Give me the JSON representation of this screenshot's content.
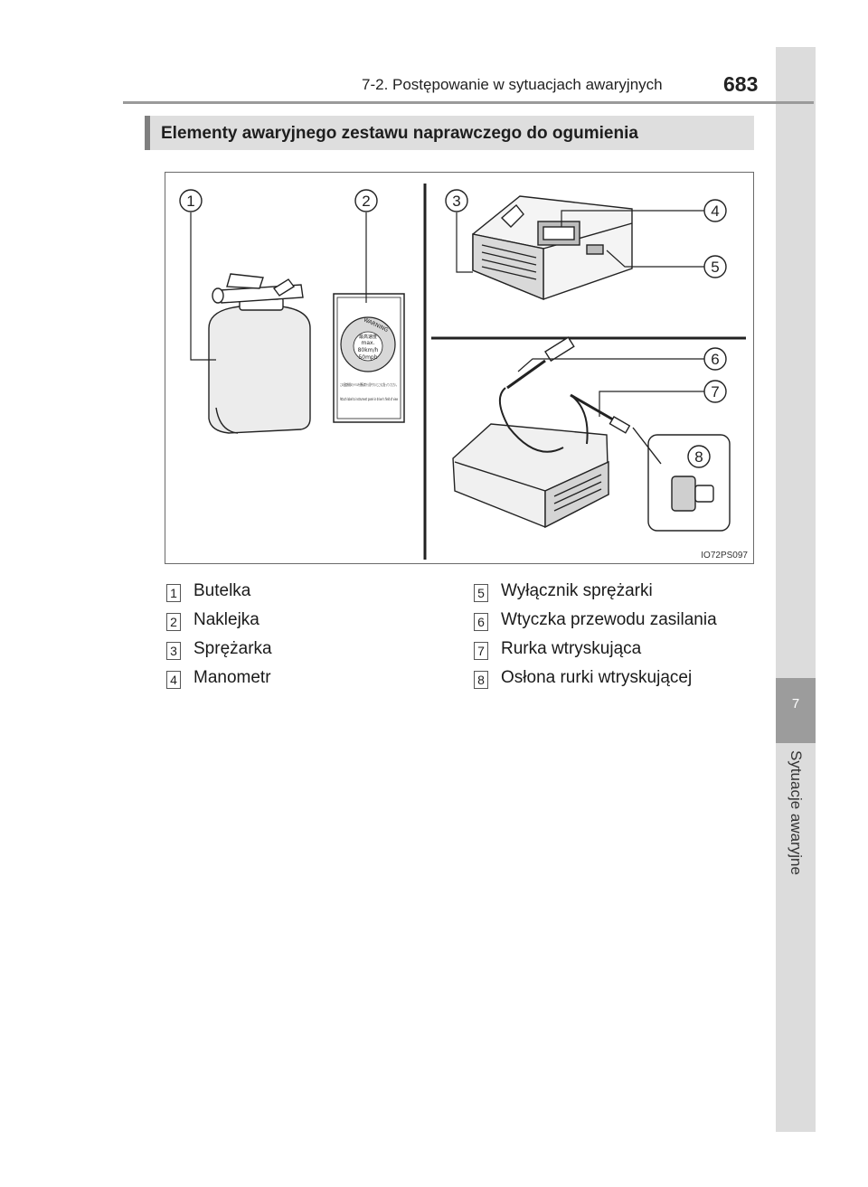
{
  "header": {
    "section": "7-2. Postępowanie w sytuacjach awaryjnych",
    "page_number": "683"
  },
  "side_tab": {
    "chapter": "7",
    "title": "Sytuacje awaryjne"
  },
  "title": "Elementy awaryjnego zestawu naprawczego do ogumienia",
  "figure": {
    "code": "IO72PS097",
    "callouts": [
      "1",
      "2",
      "3",
      "4",
      "5",
      "6",
      "7",
      "8"
    ],
    "sticker": {
      "warning": "WARNING",
      "jp_top": "最高速度",
      "max": "max.",
      "kmh": "80km/h",
      "mph": "50mph",
      "jp_body": "この速度制限のラベルを運転席から見やすいところに貼ってください。",
      "en_body": "Attach label to instrument panel in driver's field of view"
    }
  },
  "legend": [
    {
      "num": "1",
      "label": "Butelka"
    },
    {
      "num": "2",
      "label": "Naklejka"
    },
    {
      "num": "3",
      "label": "Sprężarka"
    },
    {
      "num": "4",
      "label": "Manometr"
    },
    {
      "num": "5",
      "label": "Wyłącznik sprężarki"
    },
    {
      "num": "6",
      "label": "Wtyczka przewodu zasilania"
    },
    {
      "num": "7",
      "label": "Rurka wtryskująca"
    },
    {
      "num": "8",
      "label": "Osłona rurki wtryskującej"
    }
  ]
}
